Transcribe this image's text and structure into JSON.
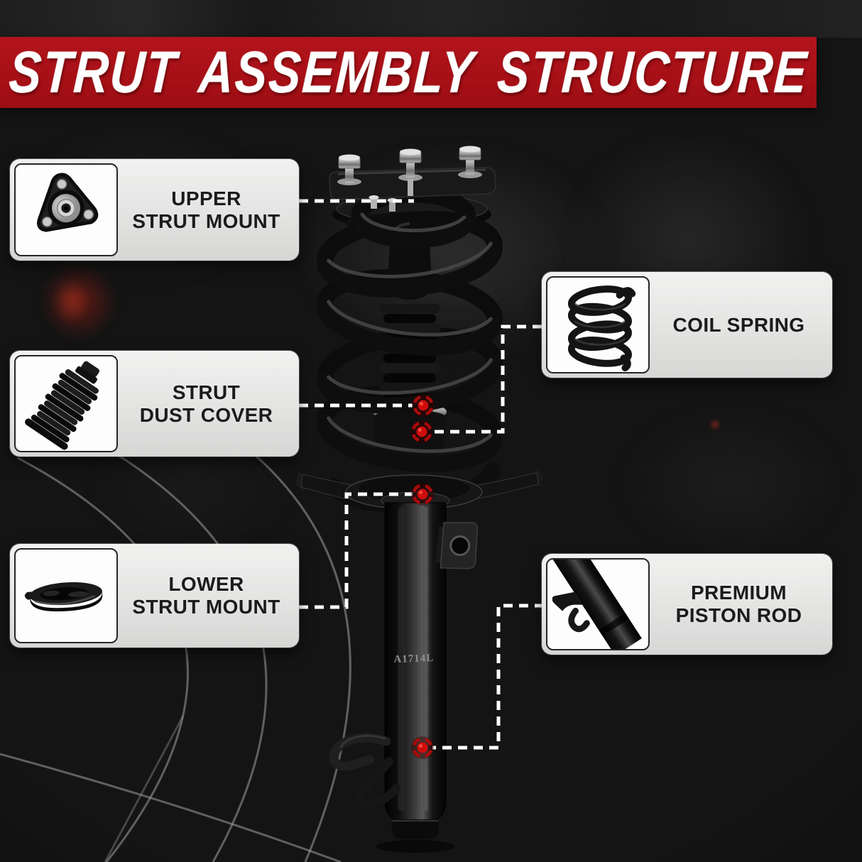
{
  "banner": {
    "title": "STRUT ASSEMBLY STRUCTURE",
    "bg_color": "#a81017",
    "text_color": "#ffffff"
  },
  "strut": {
    "part_code": "A1714L"
  },
  "labels": {
    "upper_strut_mount": {
      "line1": "UPPER",
      "line2": "STRUT MOUNT",
      "icon": "upper-strut-mount-icon"
    },
    "coil_spring": {
      "line1": "COIL SPRING",
      "line2": "",
      "icon": "coil-spring-icon"
    },
    "strut_dust_cover": {
      "line1": "STRUT",
      "line2": "DUST COVER",
      "icon": "strut-dust-cover-icon"
    },
    "lower_strut_mount": {
      "line1": "LOWER",
      "line2": "STRUT MOUNT",
      "icon": "lower-strut-mount-icon"
    },
    "premium_piston_rod": {
      "line1": "PREMIUM",
      "line2": "PISTON ROD",
      "icon": "premium-piston-rod-icon"
    }
  },
  "colors": {
    "background": "#141414",
    "card_background": "#e9e9e8",
    "card_text": "#1b1b1b",
    "connector_line": "#ffffff",
    "target_dot_red": "#cf0d0d"
  }
}
